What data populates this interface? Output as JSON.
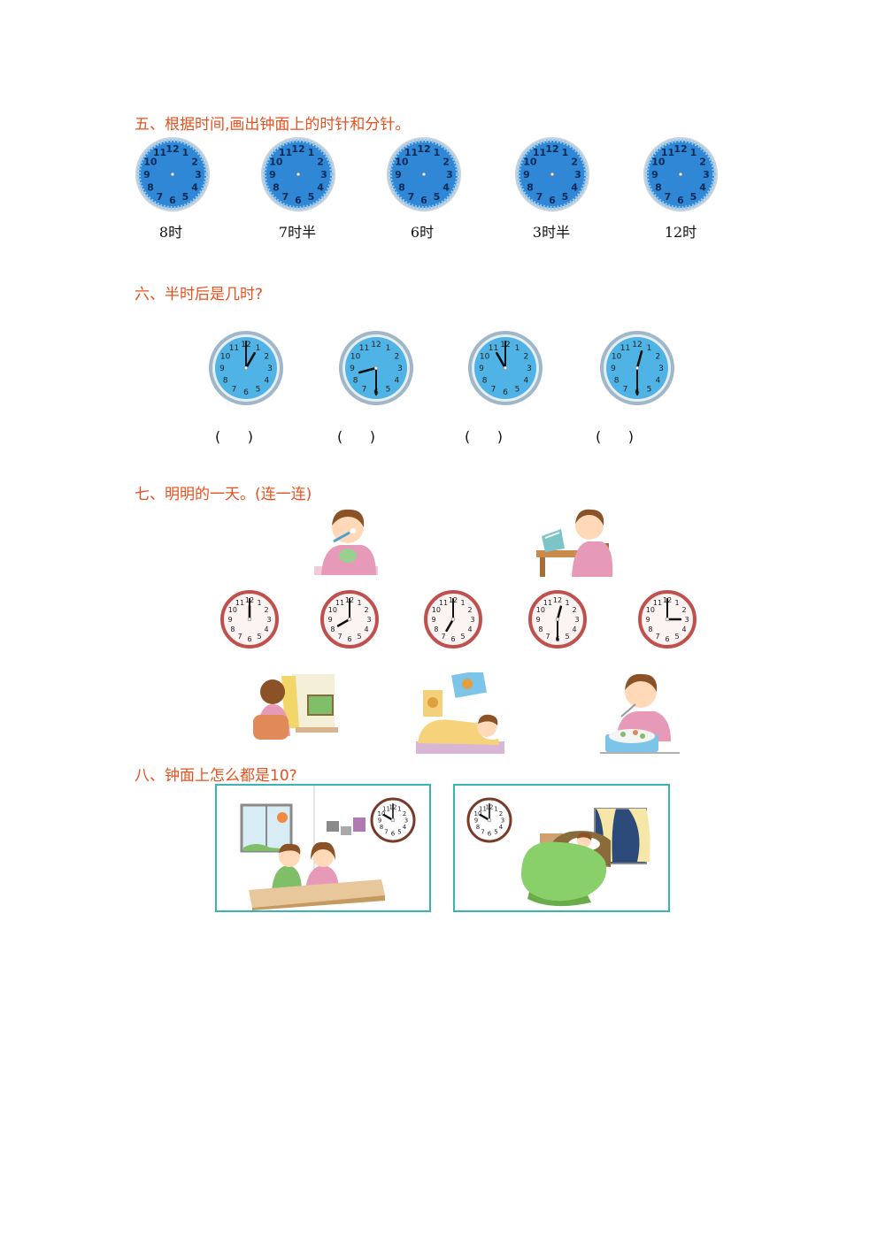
{
  "sections": {
    "s5": {
      "title": "五、根据时间,画出钟面上的时针和分针。",
      "labels": [
        "8时",
        "7时半",
        "6时",
        "3时半",
        "12时"
      ]
    },
    "s6": {
      "title": "六、半时后是几时?",
      "clocks": [
        {
          "hour": 1,
          "minute": 0
        },
        {
          "hour": 8,
          "minute": 30
        },
        {
          "hour": 11,
          "minute": 0
        },
        {
          "hour": 12,
          "minute": 30
        }
      ],
      "answer_blank": "(      )"
    },
    "s7": {
      "title": "七、明明的一天。(连一连)",
      "clocks": [
        {
          "hour": 12,
          "minute": 0
        },
        {
          "hour": 8,
          "minute": 0
        },
        {
          "hour": 7,
          "minute": 0
        },
        {
          "hour": 12,
          "minute": 30
        },
        {
          "hour": 3,
          "minute": 0
        }
      ]
    },
    "s8": {
      "title": "八、钟面上怎么都是10?",
      "clocks": [
        {
          "hour": 10,
          "minute": 0
        },
        {
          "hour": 10,
          "minute": 0
        }
      ]
    }
  },
  "clock_numbers": [
    "12",
    "1",
    "2",
    "3",
    "4",
    "5",
    "6",
    "7",
    "8",
    "9",
    "10",
    "11"
  ],
  "colors": {
    "heading": "#e8501e",
    "blue_clock_face": "#4fb3e6",
    "blue_clock_rim": "#9fb7c8",
    "red_clock_rim": "#c0504d",
    "frame_border": "#3bb3b0"
  }
}
